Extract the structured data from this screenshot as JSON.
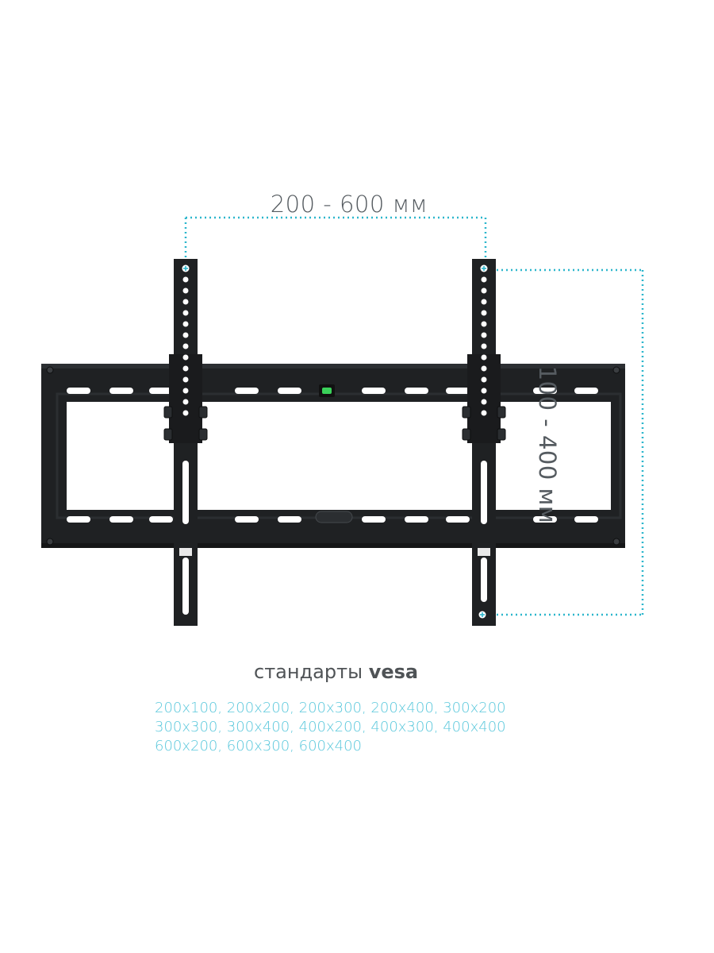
{
  "dimensions": {
    "width_label": "200 - 600 мм",
    "height_label": "100 - 400 мм",
    "line_color": "#2bb6cc"
  },
  "product": {
    "body_color": "#1f2123",
    "level_bubble_color": "#3ad15a"
  },
  "vesa": {
    "title_prefix": "стандарты",
    "title_bold": "vesa",
    "lines": [
      "200x100, 200x200, 200x300, 200x400, 300x200",
      "300x300, 300x400, 400x200, 400x300, 400x400",
      "600x200, 600x300, 600x400"
    ],
    "text_color": "#5bc8dc"
  }
}
